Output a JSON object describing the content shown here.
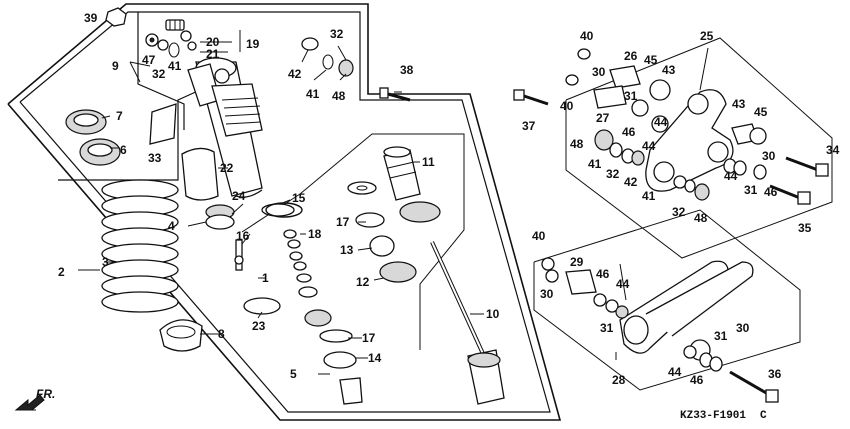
{
  "diagram_code": "KZ33-F1901",
  "revision_mark": "C",
  "direction_label": "FR.",
  "callouts": {
    "c2": "2",
    "c3": "3",
    "c4": "4",
    "c5": "5",
    "c6": "6",
    "c7": "7",
    "c8": "8",
    "c9": "9",
    "c10": "10",
    "c11": "11",
    "c12": "12",
    "c13": "13",
    "c14": "14",
    "c15": "15",
    "c16": "16",
    "c17a": "17",
    "c17b": "17",
    "c18": "18",
    "c19": "19",
    "c20": "20",
    "c21": "21",
    "c22": "22",
    "c23": "23",
    "c24": "24",
    "c25": "25",
    "c26": "26",
    "c27": "27",
    "c28": "28",
    "c29": "29",
    "c30a": "30",
    "c30b": "30",
    "c30c": "30",
    "c30d": "30",
    "c31a": "31",
    "c31b": "31",
    "c31c": "31",
    "c31d": "31",
    "c32a": "32",
    "c32b": "32",
    "c32c": "32",
    "c32d": "32",
    "c33": "33",
    "c34": "34",
    "c35": "35",
    "c36": "36",
    "c37": "37",
    "c38": "38",
    "c39": "39",
    "c40a": "40",
    "c40b": "40",
    "c40c": "40",
    "c41a": "41",
    "c41b": "41",
    "c41c": "41",
    "c41d": "41",
    "c42a": "42",
    "c42b": "42",
    "c43a": "43",
    "c43b": "43",
    "c44a": "44",
    "c44b": "44",
    "c44c": "44",
    "c44d": "44",
    "c44e": "44",
    "c45a": "45",
    "c45b": "45",
    "c46a": "46",
    "c46b": "46",
    "c46c": "46",
    "c46d": "46",
    "c47": "47",
    "c48a": "48",
    "c48b": "48",
    "c48c": "48",
    "c1": "1"
  }
}
